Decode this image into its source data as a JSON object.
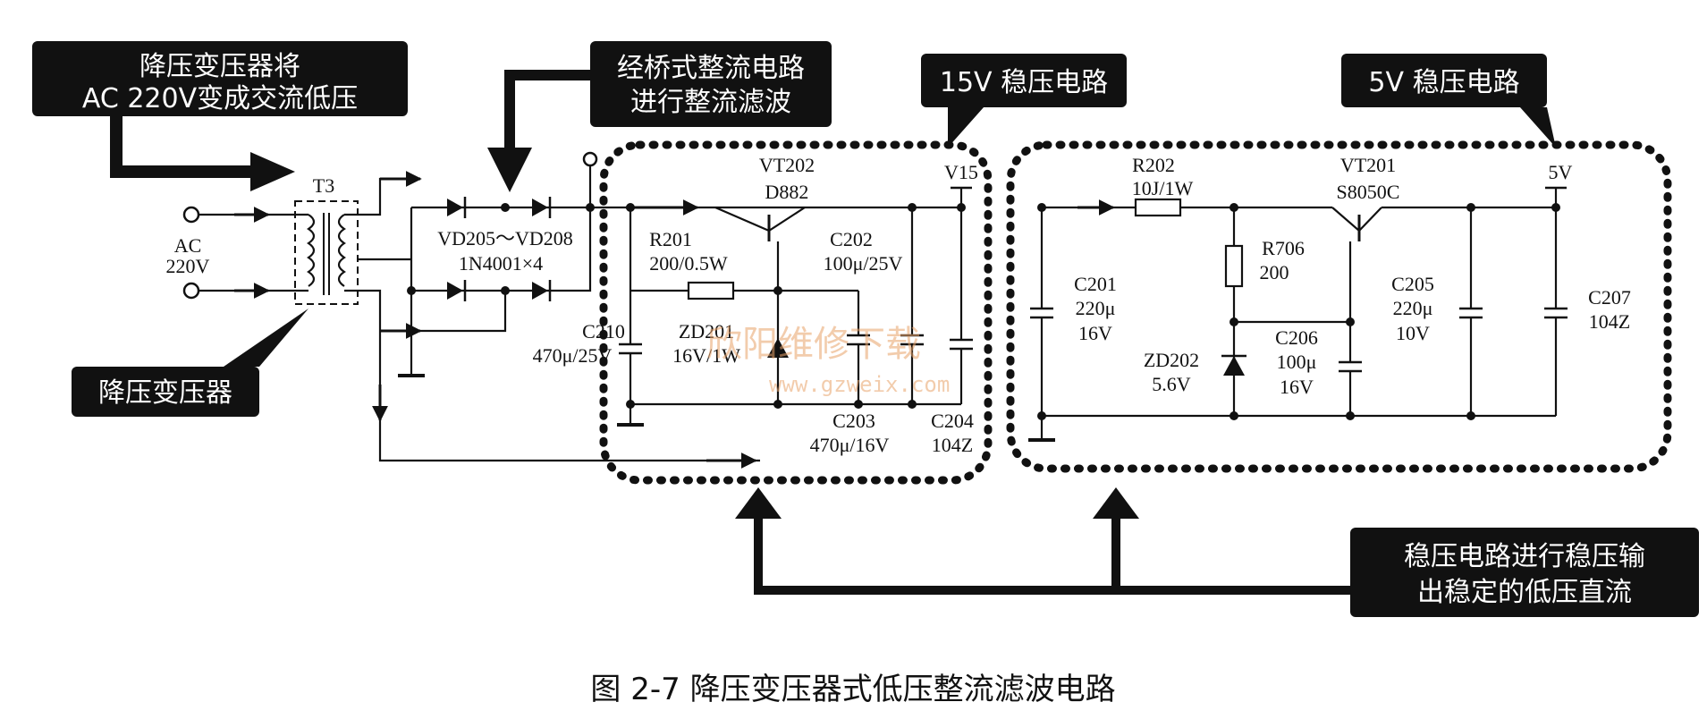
{
  "callouts": {
    "transformer_note_line1": "降压变压器将",
    "transformer_note_line2": "AC 220V变成交流低压",
    "bridge_note_line1": "经桥式整流电路",
    "bridge_note_line2": "进行整流滤波",
    "reg15_title": "15V 稳压电路",
    "reg5_title": "5V 稳压电路",
    "transformer_label": "降压变压器",
    "output_note_line1": "稳压电路进行稳压输",
    "output_note_line2": "出稳定的低压直流"
  },
  "components": {
    "ac_label": "AC",
    "ac_voltage": "220V",
    "t3": "T3",
    "diodes": "VD205～VD208",
    "diodes_part": "1N4001×4",
    "c210": "C210",
    "c210_val": "470μ/25V",
    "r201": "R201",
    "r201_val": "200/0.5W",
    "vt202": "VT202",
    "vt202_part": "D882",
    "c202": "C202",
    "c202_val": "100μ/25V",
    "zd201": "ZD201",
    "zd201_val": "16V/1W",
    "c203": "C203",
    "c203_val": "470μ/16V",
    "c204": "C204",
    "c204_val": "104Z",
    "v15": "V15",
    "r202": "R202",
    "r202_val": "10J/1W",
    "vt201": "VT201",
    "vt201_part": "S8050C",
    "c201": "C201",
    "c201_val1": "220μ",
    "c201_val2": "16V",
    "r706": "R706",
    "r706_val": "200",
    "zd202": "ZD202",
    "zd202_val": "5.6V",
    "c206": "C206",
    "c206_val1": "100μ",
    "c206_val2": "16V",
    "c205": "C205",
    "c205_val1": "220μ",
    "c205_val2": "10V",
    "c207": "C207",
    "c207_val": "104Z",
    "v5": "5V"
  },
  "watermark": {
    "text": "欣阳维修下载",
    "url": "www.gzweix.com"
  },
  "caption": "图 2-7   降压变压器式低压整流滤波电路"
}
